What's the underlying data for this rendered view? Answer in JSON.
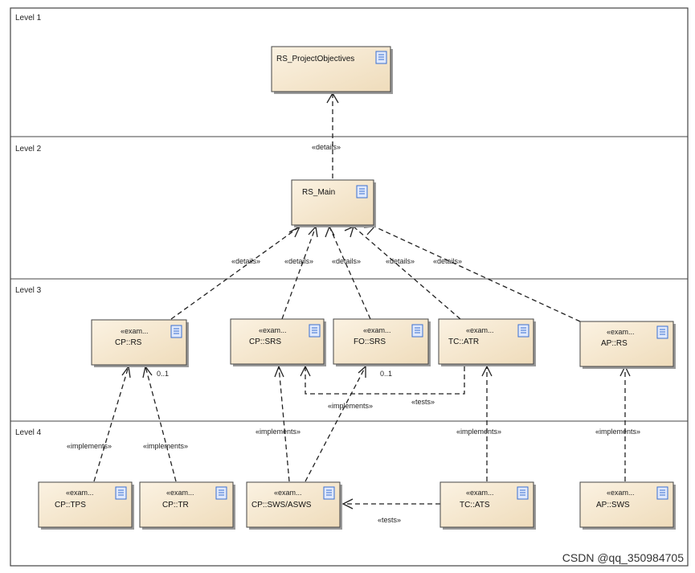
{
  "lanes": [
    {
      "id": "l1",
      "label": "Level 1"
    },
    {
      "id": "l2",
      "label": "Level 2"
    },
    {
      "id": "l3",
      "label": "Level 3"
    },
    {
      "id": "l4",
      "label": "Level 4"
    }
  ],
  "nodes": [
    {
      "id": "rs_po",
      "stereotype": "",
      "title": "RS_ProjectObjectives"
    },
    {
      "id": "rs_main",
      "stereotype": "",
      "title": "RS_Main"
    },
    {
      "id": "cp_rs",
      "stereotype": "«exam...",
      "title": "CP::RS"
    },
    {
      "id": "cp_srs",
      "stereotype": "«exam...",
      "title": "CP::SRS"
    },
    {
      "id": "fo_srs",
      "stereotype": "«exam...",
      "title": "FO::SRS"
    },
    {
      "id": "tc_atr",
      "stereotype": "«exam...",
      "title": "TC::ATR"
    },
    {
      "id": "ap_rs",
      "stereotype": "«exam...",
      "title": "AP::RS"
    },
    {
      "id": "cp_tps",
      "stereotype": "«exam...",
      "title": "CP::TPS"
    },
    {
      "id": "cp_tr",
      "stereotype": "«exam...",
      "title": "CP::TR"
    },
    {
      "id": "cp_sws",
      "stereotype": "«exam...",
      "title": "CP::SWS/ASWS"
    },
    {
      "id": "tc_ats",
      "stereotype": "«exam...",
      "title": "TC::ATS"
    },
    {
      "id": "ap_sws",
      "stereotype": "«exam...",
      "title": "AP::SWS"
    }
  ],
  "edges": [
    {
      "id": "e1",
      "label": "«details»"
    },
    {
      "id": "e2",
      "label": "«details»"
    },
    {
      "id": "e3",
      "label": "«details»"
    },
    {
      "id": "e4",
      "label": "«details»"
    },
    {
      "id": "e5",
      "label": "«details»"
    },
    {
      "id": "e6",
      "label": "«details»"
    },
    {
      "id": "e7",
      "label": "«implements»"
    },
    {
      "id": "e8",
      "label": "«implements»"
    },
    {
      "id": "e9",
      "label": "«implements»"
    },
    {
      "id": "e10",
      "label": "«implements»"
    },
    {
      "id": "e11",
      "label": "«implements»"
    },
    {
      "id": "e12",
      "label": "«implements»"
    },
    {
      "id": "e13",
      "label": "«tests»"
    },
    {
      "id": "e14",
      "label": "«tests»"
    }
  ],
  "multiplicities": [
    "0..1",
    "0..1"
  ],
  "watermark": "CSDN @qq_350984705",
  "colors": {
    "node_fill": "#f3e6cf",
    "node_shadow": "#9a9a9a",
    "border": "#444444",
    "icon": "#3b6fd0"
  }
}
